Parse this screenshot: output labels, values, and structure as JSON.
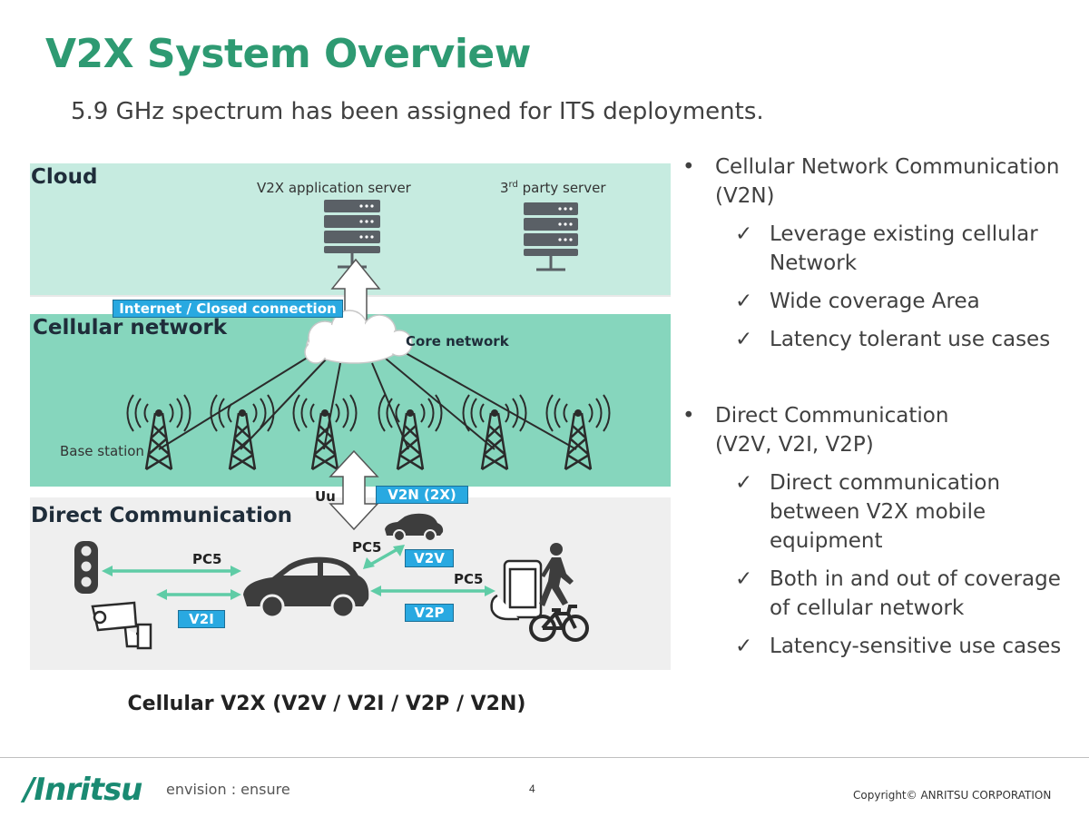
{
  "title": "V2X System Overview",
  "subtitle": "5.9 GHz spectrum has been assigned for ITS deployments.",
  "diagram": {
    "cloud": {
      "label": "Cloud",
      "app_server": "V2X application server",
      "third_party_prefix": "3",
      "third_party_sup": "rd",
      "third_party_suffix": " party server"
    },
    "internet_tag": "Internet / Closed connection",
    "cellular": {
      "label": "Cellular network",
      "core": "Core network",
      "base_station": "Base station",
      "uu": "Uu",
      "v2n_tag": "V2N (2X)"
    },
    "direct": {
      "label": "Direct Communication",
      "pc5_left": "PC5",
      "pc5_mid": "PC5",
      "pc5_right": "PC5",
      "v2i_tag": "V2I",
      "v2v_tag": "V2V",
      "v2p_tag": "V2P"
    },
    "caption": "Cellular V2X (V2V / V2I / V2P / V2N)",
    "colors": {
      "accent": "#2e9a72",
      "cloud_bg": "#c6ebe0",
      "cellular_bg": "#86d6bd",
      "direct_bg": "#efefef",
      "tag": "#29a9e1",
      "arrow": "#5fcca6"
    }
  },
  "bullets": [
    {
      "text": "Cellular Network Communication (V2N)",
      "checks": [
        "Leverage existing cellular Network",
        "Wide coverage Area",
        "Latency tolerant use cases"
      ]
    },
    {
      "line1": "Direct Communication",
      "line2": "(V2V, V2I, V2P)",
      "checks": [
        "Direct communication between V2X mobile equipment",
        "Both in and out of coverage of cellular network",
        "Latency-sensitive use cases"
      ]
    }
  ],
  "footer": {
    "logo": "/Inritsu",
    "tagline": "envision : ensure",
    "page": "4",
    "copyright": "Copyright©  ANRITSU  CORPORATION"
  }
}
